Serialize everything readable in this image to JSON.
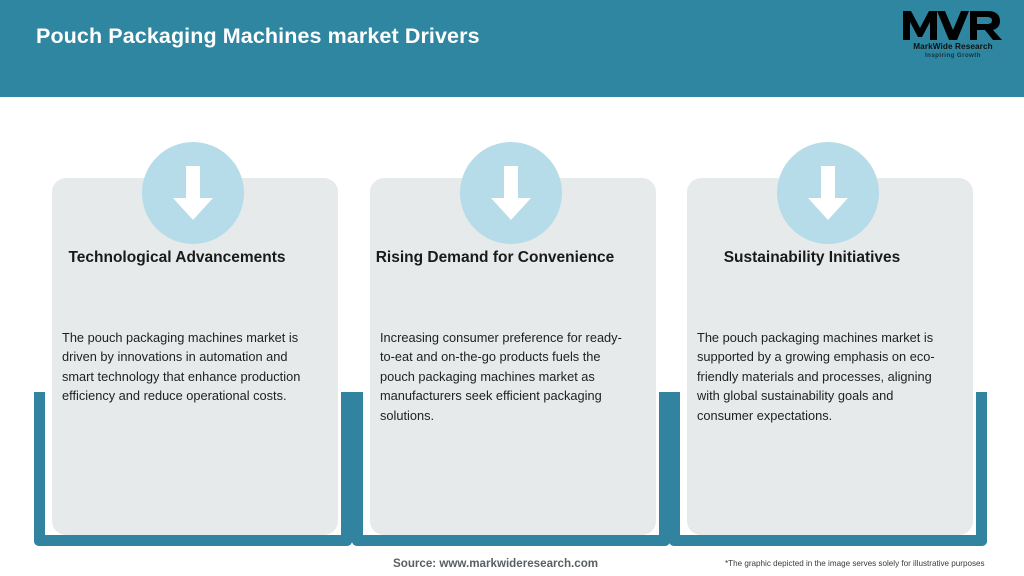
{
  "header": {
    "title": "Pouch Packaging Machines market Drivers",
    "bg_color": "#2e86a0",
    "logo": {
      "mark": "MWR",
      "name": "MarkWide Research",
      "tagline": "Inspiring Growth"
    }
  },
  "theme": {
    "teal": "#2e86a0",
    "frame_teal": "#3283a0",
    "circle_blue": "#b5dce8",
    "panel_grey": "#e6eaeb",
    "title_text": "#1a1a1a",
    "body_text": "#1f1f1f"
  },
  "cards": [
    {
      "icon": "arrow-down-icon",
      "title": "Technological Advancements",
      "body": "The pouch packaging machines market is driven by innovations in automation and smart technology that enhance production efficiency and reduce operational costs."
    },
    {
      "icon": "arrow-down-icon",
      "title": "Rising Demand for Convenience",
      "body": "Increasing consumer preference for ready-to-eat and on-the-go products fuels the pouch packaging machines market as manufacturers seek efficient packaging solutions."
    },
    {
      "icon": "arrow-down-icon",
      "title": "Sustainability Initiatives",
      "body": "The pouch packaging machines market is supported by a growing emphasis on eco-friendly materials and processes, aligning with global sustainability goals and consumer expectations."
    }
  ],
  "footer": {
    "source": "Source: www.markwideresearch.com",
    "note": "*The graphic depicted in the image serves solely for illustrative purposes"
  }
}
